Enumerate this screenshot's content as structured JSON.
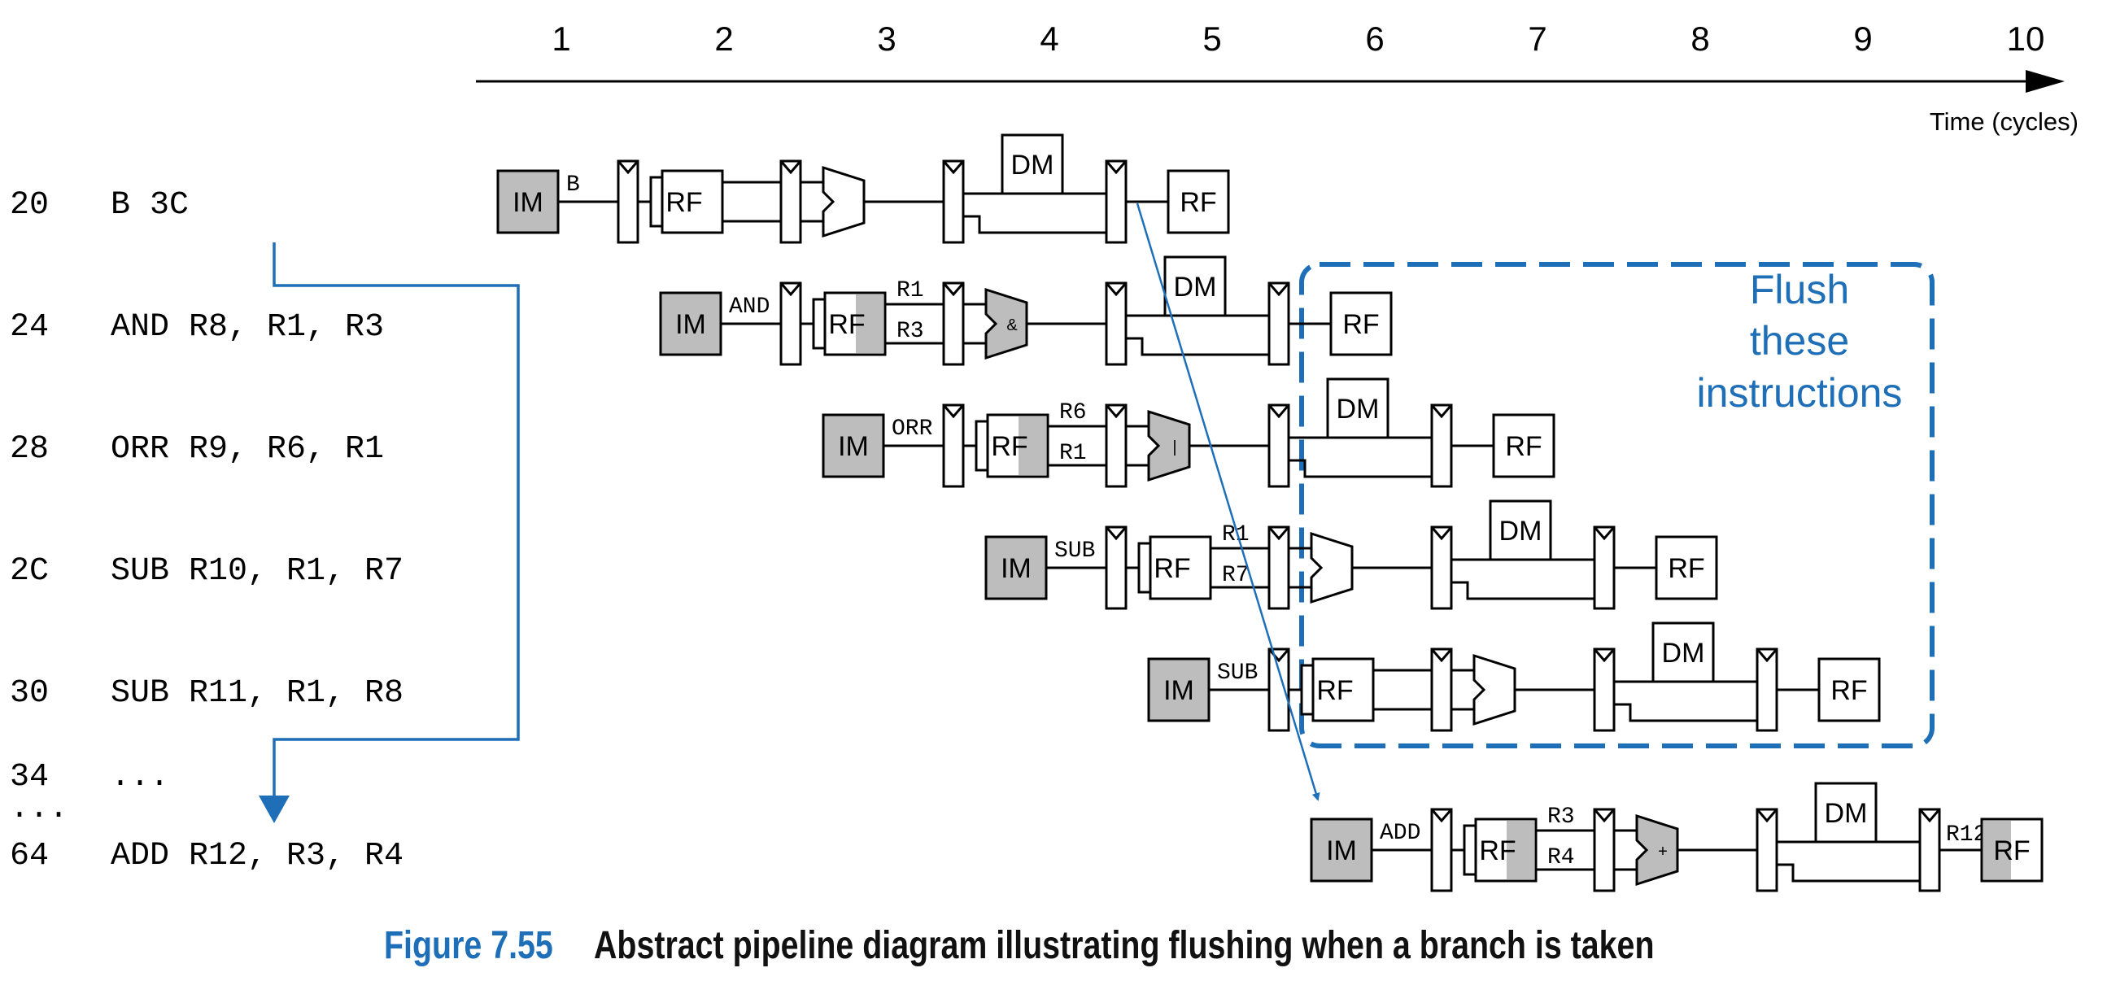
{
  "time_axis": {
    "cycles": [
      "1",
      "2",
      "3",
      "4",
      "5",
      "6",
      "7",
      "8",
      "9",
      "10"
    ],
    "label": "Time (cycles)"
  },
  "instructions": [
    {
      "addr": "20",
      "text": "B 3C"
    },
    {
      "addr": "24",
      "text": "AND R8, R1, R3"
    },
    {
      "addr": "28",
      "text": "ORR R9, R6, R1"
    },
    {
      "addr": "2C",
      "text": "SUB R10, R1, R7"
    },
    {
      "addr": "30",
      "text": "SUB R11, R1, R8"
    },
    {
      "addr": "34",
      "text": "..."
    },
    {
      "addr": "...",
      "text": ""
    },
    {
      "addr": "64",
      "text": "ADD R12, R3, R4"
    }
  ],
  "pipelines": [
    {
      "name": "B",
      "im": "IM",
      "op": "B",
      "rf": "RF",
      "dm": "DM",
      "wb": "RF",
      "src1": "",
      "src2": "",
      "alu_sym": "",
      "dest": "",
      "shade_rf_read": false,
      "shade_alu": false,
      "shade_wb": false
    },
    {
      "name": "AND",
      "im": "IM",
      "op": "AND",
      "rf": "RF",
      "dm": "DM",
      "wb": "RF",
      "src1": "R1",
      "src2": "R3",
      "alu_sym": "&",
      "dest": "",
      "shade_rf_read": true,
      "shade_alu": true,
      "shade_wb": false
    },
    {
      "name": "ORR",
      "im": "IM",
      "op": "ORR",
      "rf": "RF",
      "dm": "DM",
      "wb": "RF",
      "src1": "R6",
      "src2": "R1",
      "alu_sym": "|",
      "dest": "",
      "shade_rf_read": true,
      "shade_alu": true,
      "shade_wb": false
    },
    {
      "name": "SUB1",
      "im": "IM",
      "op": "SUB",
      "rf": "RF",
      "dm": "DM",
      "wb": "RF",
      "src1": "R1",
      "src2": "R7",
      "alu_sym": "",
      "dest": "",
      "shade_rf_read": false,
      "shade_alu": false,
      "shade_wb": false
    },
    {
      "name": "SUB2",
      "im": "IM",
      "op": "SUB",
      "rf": "RF",
      "dm": "DM",
      "wb": "RF",
      "src1": "",
      "src2": "",
      "alu_sym": "",
      "dest": "",
      "shade_rf_read": false,
      "shade_alu": false,
      "shade_wb": false
    },
    {
      "name": "ADD",
      "im": "IM",
      "op": "ADD",
      "rf": "RF",
      "dm": "DM",
      "wb": "RF",
      "src1": "R3",
      "src2": "R4",
      "alu_sym": "+",
      "dest": "R12",
      "shade_rf_read": true,
      "shade_alu": true,
      "shade_wb": true
    }
  ],
  "flush_label": [
    "Flush",
    "these",
    "instructions"
  ],
  "caption": {
    "number": "Figure 7.55",
    "text": "Abstract pipeline diagram illustrating flushing when a branch is taken"
  },
  "colors": {
    "accent": "#1e6fb8",
    "shade": "#bdbdbd",
    "line": "#000000"
  }
}
